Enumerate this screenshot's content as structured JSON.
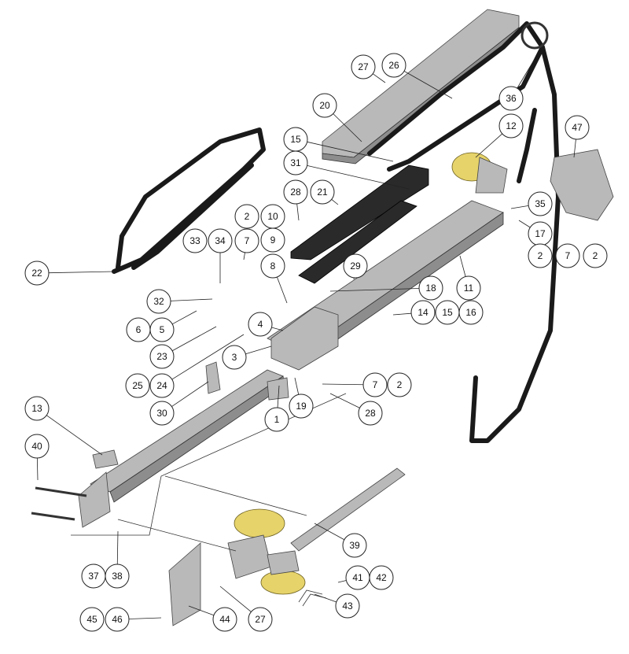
{
  "diagram": {
    "type": "exploded-parts-view",
    "callouts": [
      "27",
      "26",
      "20",
      "36",
      "12",
      "47",
      "15",
      "31",
      "28",
      "21",
      "2",
      "10",
      "9",
      "7",
      "33",
      "34",
      "8",
      "29",
      "22",
      "35",
      "17",
      "2",
      "7",
      "2",
      "11",
      "18",
      "32",
      "6",
      "5",
      "4",
      "14",
      "15",
      "16",
      "23",
      "3",
      "25",
      "24",
      "7",
      "2",
      "30",
      "19",
      "1",
      "28",
      "13",
      "40",
      "39",
      "37",
      "38",
      "41",
      "42",
      "43",
      "45",
      "46",
      "44",
      "27"
    ],
    "colors": {
      "metal": "#b9b9b9",
      "cable": "#1a1a1a",
      "motor_cover": "#e6d36a",
      "line": "#222222"
    }
  }
}
